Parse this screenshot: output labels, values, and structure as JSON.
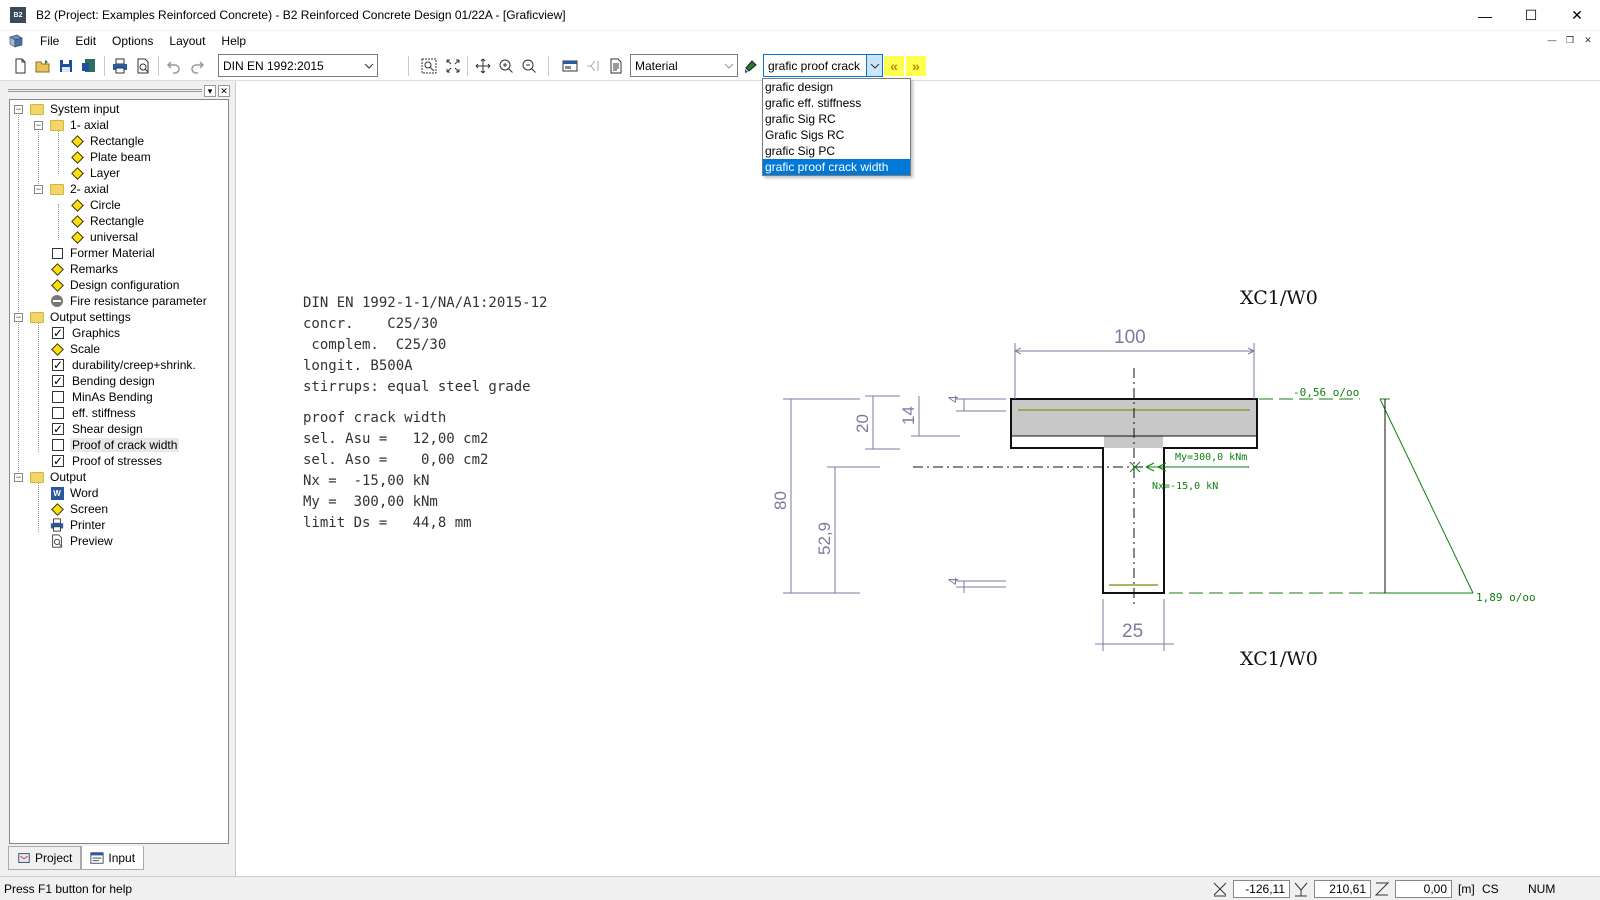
{
  "window": {
    "app_icon_text": "B2",
    "title": "B2 (Project: Examples Reinforced Concrete) - B2 Reinforced Concrete Design 01/22A - [Graficview]",
    "minimize": "—",
    "maximize": "☐",
    "close": "✕"
  },
  "menu": {
    "items": [
      "File",
      "Edit",
      "Options",
      "Layout",
      "Help"
    ]
  },
  "mdi": {
    "minimize": "—",
    "restore": "❐",
    "close": "✕"
  },
  "toolbar": {
    "norm_combo": "DIN EN 1992:2015",
    "material_combo": "Material",
    "view_combo": "grafic proof crack",
    "prev_label": "«",
    "next_label": "»"
  },
  "dropdown": {
    "items": [
      "grafic design",
      "grafic eff. stiffness",
      "grafic Sig RC",
      "Grafic Sigs RC",
      "grafic Sig PC",
      "grafic proof crack width"
    ],
    "selected_index": 5
  },
  "tree": {
    "system_input": "System input",
    "axial1": "1- axial",
    "rectangle1": "Rectangle",
    "plate_beam": "Plate beam",
    "layer": "Layer",
    "axial2": "2- axial",
    "circle": "Circle",
    "rectangle2": "Rectangle",
    "universal": "universal",
    "former_material": "Former Material",
    "remarks": "Remarks",
    "design_config": "Design  configuration",
    "fire_resistance": "Fire resistance parameter",
    "output_settings": "Output settings",
    "graphics": "Graphics",
    "scale": "Scale",
    "durability": "durability/creep+shrink.",
    "bending_design": "Bending design",
    "minas_bending": "MinAs Bending",
    "eff_stiffness": "eff. stiffness",
    "shear_design": "Shear design",
    "proof_crack": "Proof of crack width",
    "proof_stresses": "Proof of stresses",
    "output": "Output",
    "word": "Word",
    "screen": "Screen",
    "printer": "Printer",
    "preview": "Preview"
  },
  "tabs": {
    "project": "Project",
    "input": "Input"
  },
  "info": {
    "norm": "DIN EN 1992-1-1/NA/A1:2015-12",
    "concr": "concr.    C25/30",
    "complem": " complem.  C25/30",
    "longit": "longit. B500A",
    "stirrups": "stirrups: equal steel grade",
    "heading": "proof crack width",
    "asu": "sel. Asu =   12,00 cm2",
    "aso": "sel. Aso =    0,00 cm2",
    "nx": "Nx =  -15,00 kN",
    "my": "My =  300,00 kNm",
    "limit": "limit Ds =   44,8 mm"
  },
  "drawing": {
    "exposure_top": "XC1/W0",
    "exposure_bottom": "XC1/W0",
    "dim_width": "100",
    "dim_web": "25",
    "dim_height": "80",
    "dim_flange": "20",
    "dim_14": "14",
    "dim_4_top": "4",
    "dim_4_bot": "4",
    "dim_529": "52,9",
    "strain_top": "-0,56 o/oo",
    "strain_bot": "1,89 o/oo",
    "moment": "My=300,0 kNm",
    "normal": "Nx=-15,0 kN",
    "colors": {
      "dim": "#7b7ba0",
      "strain": "#108010",
      "concrete": "#c8c8c8"
    }
  },
  "status": {
    "help": "Press F1 button for help",
    "x": "-126,11",
    "y": "210,61",
    "z": "0,00",
    "unit": "[m]",
    "cs": "CS",
    "num": "NUM"
  }
}
